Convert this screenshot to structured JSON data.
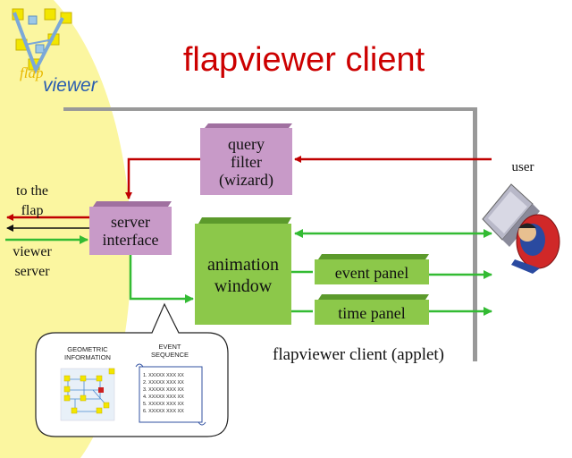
{
  "title": "flapviewer client",
  "logo": {
    "flap_text": "flap",
    "viewer_text": "viewer"
  },
  "boxes": {
    "query_filter": "query filter (wizard)",
    "query_filter_lines": [
      "query",
      "filter",
      "(wizard)"
    ],
    "server_interface_lines": [
      "server",
      "interface"
    ],
    "animation_window_lines": [
      "animation",
      "window"
    ],
    "event_panel": "event panel",
    "time_panel": "time panel"
  },
  "labels": {
    "to_the_flap_lines": [
      "to the",
      "flap"
    ],
    "viewer_server_lines": [
      "viewer",
      "server"
    ],
    "user": "user",
    "client_applet": "flapviewer client (applet)"
  },
  "bubble": {
    "geometric_lines": [
      "GEOMETRIC",
      "INFORMATION"
    ],
    "event_lines": [
      "EVENT",
      "SEQUENCE"
    ],
    "sequence_items": [
      "1. XXXXX XXX XX",
      "2. XXXXX XXX XX",
      "3. XXXXX XXX XX",
      "4. XXXXX XXX XX",
      "5. XXXXX XXX XX",
      "6. XXXXX XXX XX"
    ]
  },
  "colors": {
    "title": "#cc0000",
    "purple_box": "#c89ac8",
    "green_box": "#8cc84a",
    "red_arrow": "#c00000",
    "green_arrow": "#33bb33",
    "frame_gray": "#999999",
    "background_curve": "#fbf6a0"
  },
  "icons": [
    "user-at-laptop-icon",
    "flapviewer-logo-icon",
    "graph-sketch-icon"
  ]
}
